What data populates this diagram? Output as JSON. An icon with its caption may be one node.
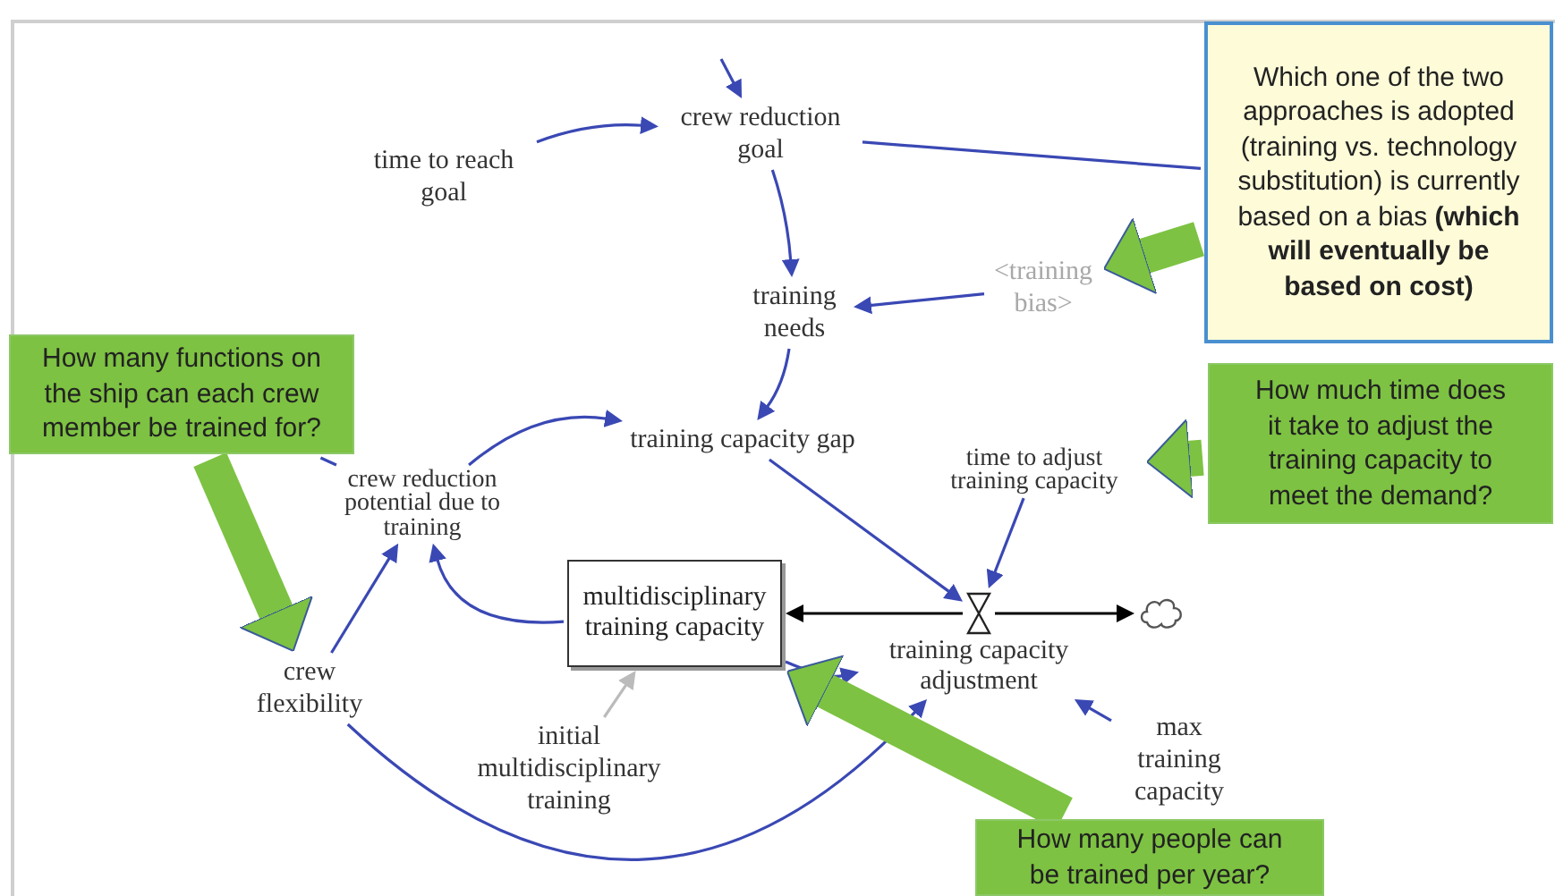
{
  "diagram": {
    "nodes": [
      {
        "text": [
          "crew reduction goal"
        ]
      },
      {
        "text": [
          "time to reach goal"
        ]
      },
      {
        "text": [
          "training needs"
        ]
      },
      {
        "text": [
          "<training bias>"
        ]
      },
      {
        "text": [
          "training capacity gap"
        ]
      },
      {
        "text": [
          "crew reduction potential due to training"
        ]
      },
      {
        "text": [
          "multidisciplinary training capacity"
        ]
      },
      {
        "text": [
          "crew flexibility"
        ]
      },
      {
        "text": [
          "initial multidisciplinary training"
        ]
      },
      {
        "text": [
          "time to adjust training capacity"
        ]
      },
      {
        "text": [
          "training capacity adjustment"
        ]
      },
      {
        "text": [],
        "shape": "cloud"
      },
      {
        "text": [
          "max training capacity"
        ]
      },
      {
        "text": [
          "Which one of the two approaches is adopted (training vs. technology substitution) is currently based on a bias **(which will eventually be based on cost)**"
        ]
      },
      {
        "text": [
          "How many functions on the ship can each crew member be trained for?"
        ]
      },
      {
        "text": [
          "How much time does it take to adjust the training capacity to meet the demand?"
        ]
      },
      {
        "text": [
          "How many people can be trained per year?"
        ]
      }
    ],
    "edges": [
      {
        "from": null,
        "to": 0,
        "arrow": "to"
      },
      {
        "from": 1,
        "to": 0,
        "arrow": "to"
      },
      {
        "from": 0,
        "to": 2,
        "arrow": "to"
      },
      {
        "from": 3,
        "to": 2,
        "arrow": "to"
      },
      {
        "from": 2,
        "to": 4,
        "arrow": "to"
      },
      {
        "from": 5,
        "to": 4,
        "arrow": "to"
      },
      {
        "from": 6,
        "to": 5,
        "arrow": "to"
      },
      {
        "from": 7,
        "to": 5,
        "arrow": "to"
      },
      {
        "from": 14,
        "to": 5,
        "arrow": "none"
      },
      {
        "from": 13,
        "to": 0,
        "arrow": "none"
      },
      {
        "from": 8,
        "to": 6,
        "arrow": "to",
        "color": "#bbbbbb"
      },
      {
        "from": 4,
        "to": 10,
        "arrow": "to"
      },
      {
        "from": 9,
        "to": 10,
        "arrow": "to"
      },
      {
        "from": 6,
        "to": 10,
        "arrow": "to"
      },
      {
        "from": 7,
        "to": 10,
        "arrow": "to"
      },
      {
        "from": 12,
        "to": 10,
        "arrow": "to"
      },
      {
        "from": 10,
        "to": 6,
        "arrow": "to",
        "color": "#000000"
      },
      {
        "from": 10,
        "to": 11,
        "arrow": "to",
        "color": "#000000"
      },
      {
        "from": 13,
        "to": 3,
        "arrow": "to",
        "style": "thick",
        "color": "#7dc242"
      },
      {
        "from": 15,
        "to": 9,
        "arrow": "to",
        "style": "thick",
        "color": "#7dc242"
      },
      {
        "from": 14,
        "to": 7,
        "arrow": "to",
        "style": "thick",
        "color": "#7dc242"
      },
      {
        "from": 16,
        "to": 6,
        "arrow": "to",
        "style": "thick",
        "color": "#7dc242"
      }
    ]
  }
}
